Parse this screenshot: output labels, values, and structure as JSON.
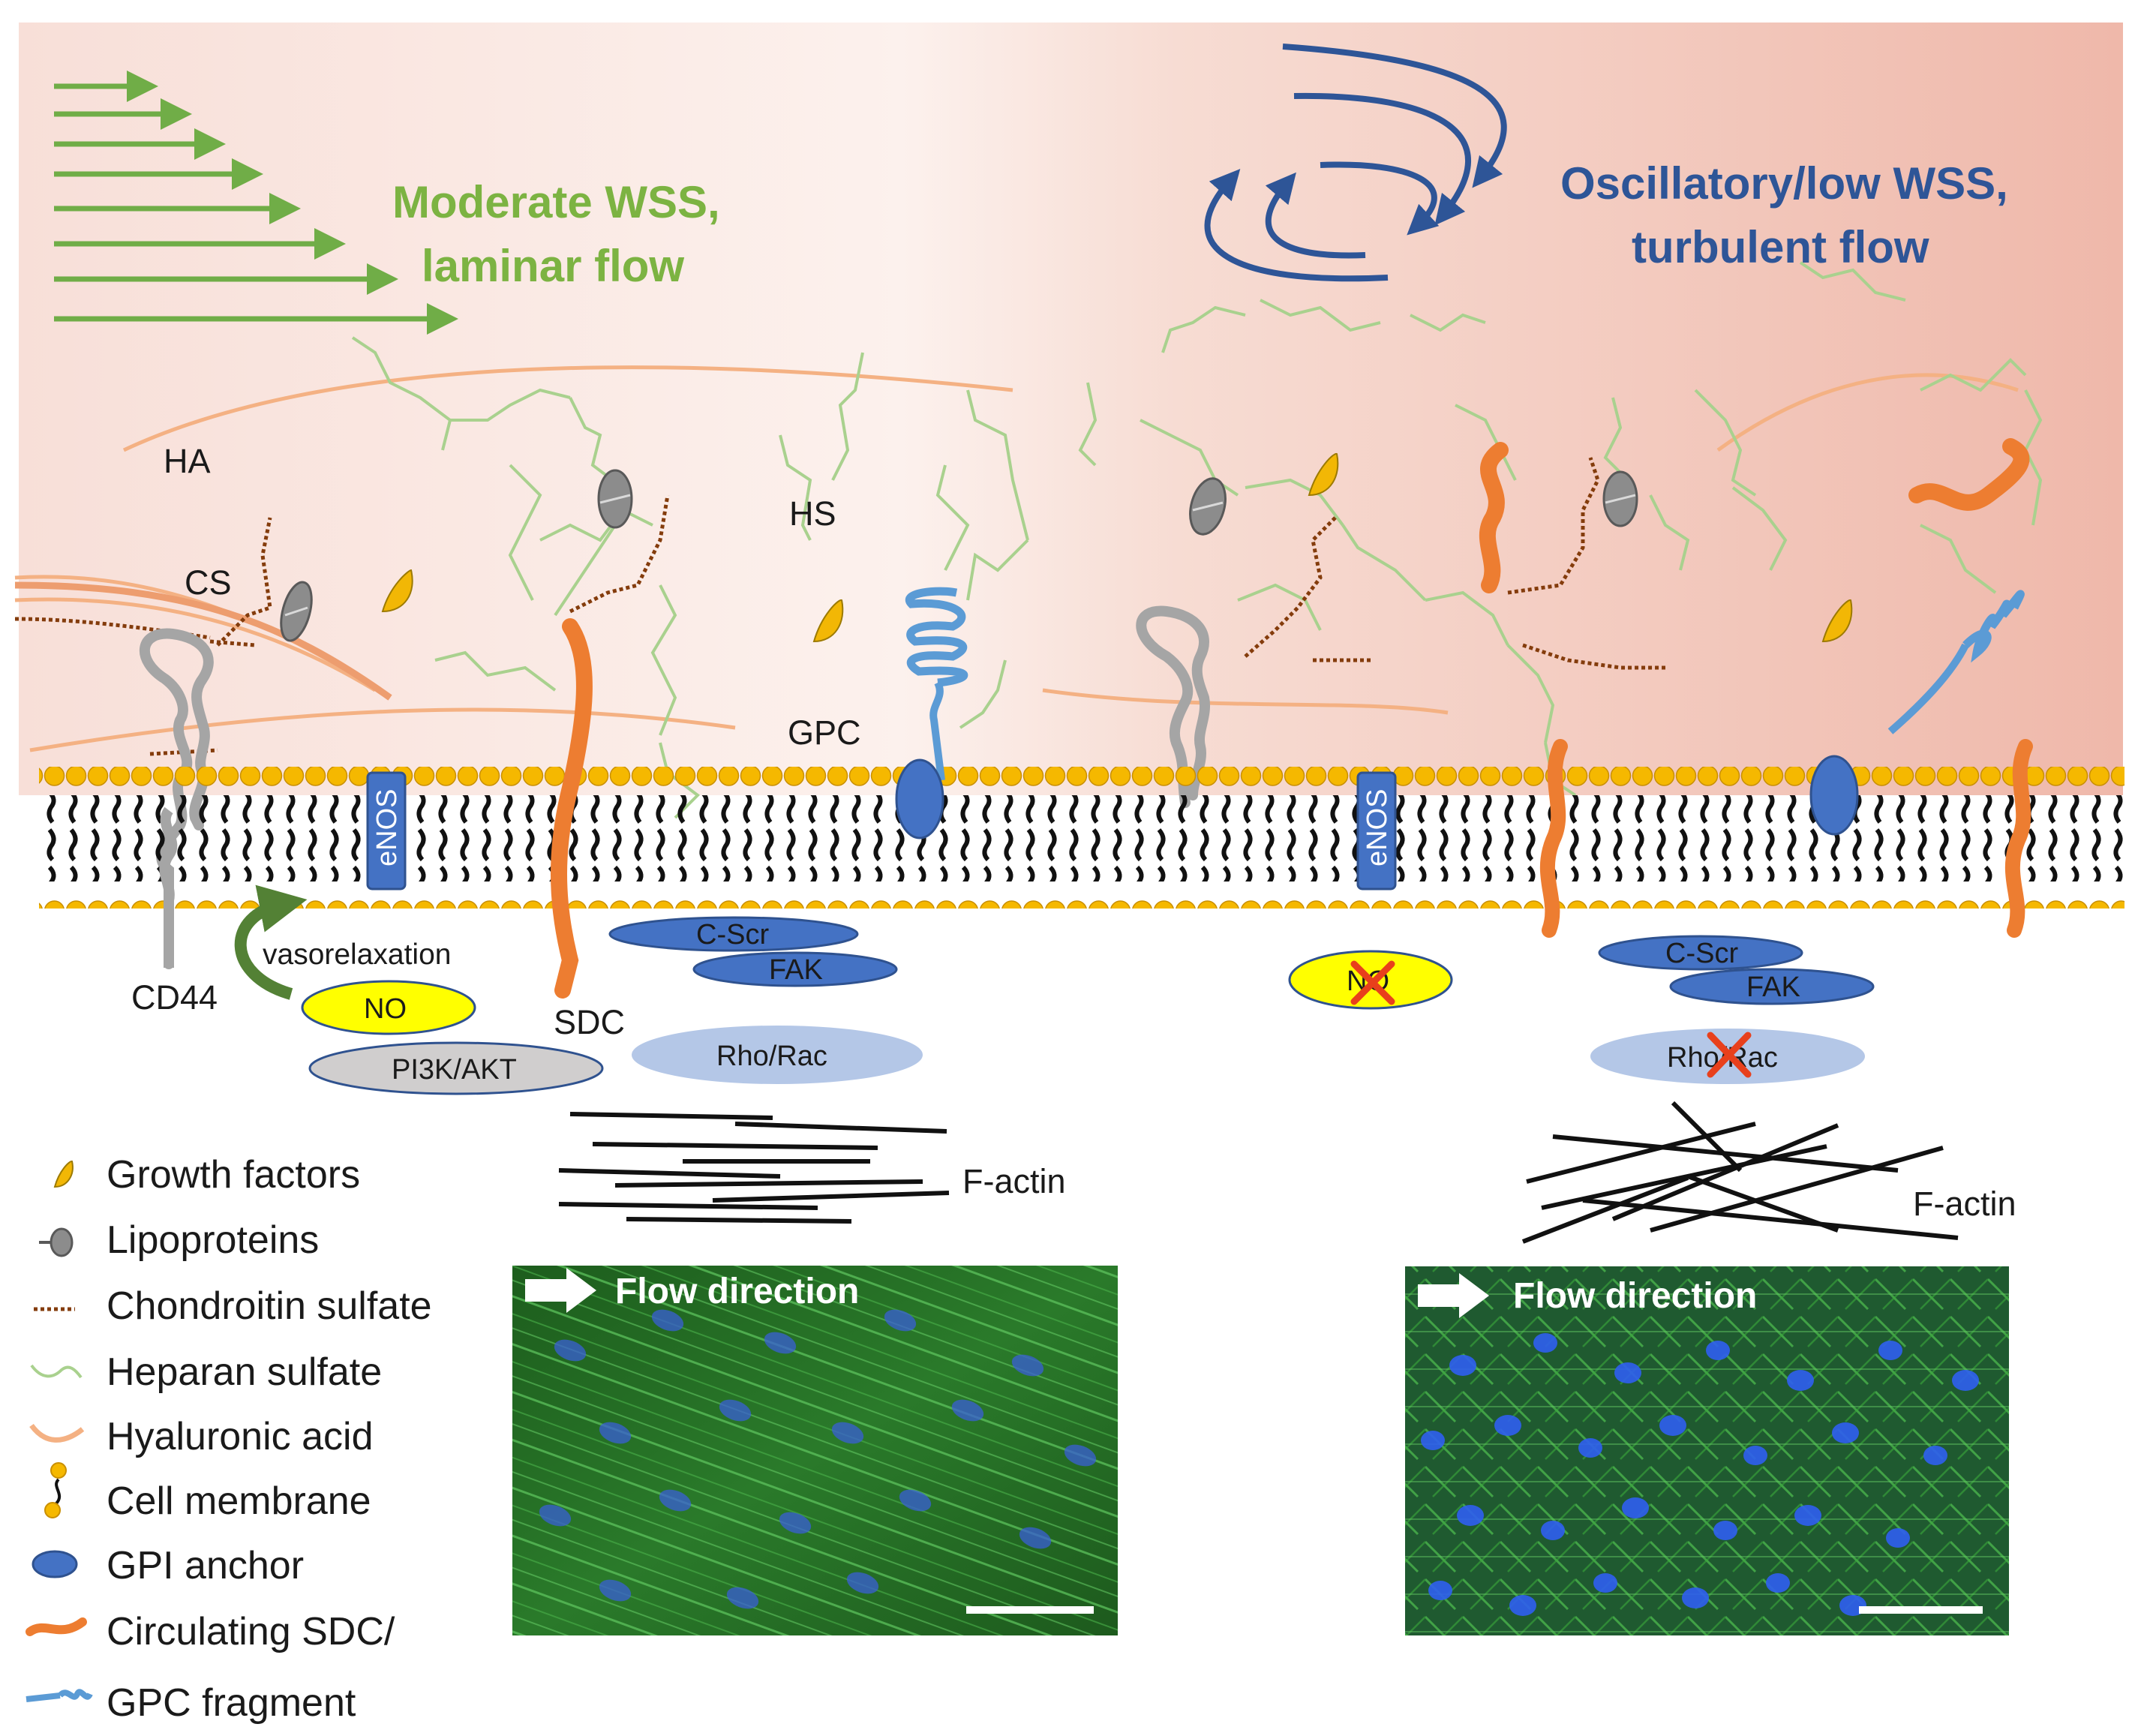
{
  "titles": {
    "left_line1": "Moderate WSS,",
    "left_line2": "laminar flow",
    "right_line1": "Oscillatory/low WSS,",
    "right_line2": "turbulent flow"
  },
  "labels": {
    "ha": "HA",
    "cs": "CS",
    "hs": "HS",
    "gpc": "GPC",
    "cd44": "CD44",
    "sdc": "SDC",
    "vasorelaxation": "vasorelaxation",
    "enos": "eNOS",
    "no": "NO",
    "pi3k": "PI3K/AKT",
    "cscr": "C-Scr",
    "fak": "FAK",
    "rhorac": "Rho/Rac",
    "factin": "F-actin",
    "flow_direction": "Flow direction"
  },
  "legend": [
    {
      "icon": "growth-factor-icon",
      "label": "Growth factors"
    },
    {
      "icon": "lipoprotein-icon",
      "label": "Lipoproteins"
    },
    {
      "icon": "chondroitin-sulfate-icon",
      "label": "Chondroitin sulfate"
    },
    {
      "icon": "heparan-sulfate-icon",
      "label": "Heparan sulfate"
    },
    {
      "icon": "hyaluronic-acid-icon",
      "label": "Hyaluronic acid"
    },
    {
      "icon": "cell-membrane-icon",
      "label": "Cell membrane"
    },
    {
      "icon": "gpi-anchor-icon",
      "label": "GPI anchor"
    },
    {
      "icon": "circulating-sdc-icon",
      "label": "Circulating SDC/"
    },
    {
      "icon": "gpc-fragment-icon",
      "label": "GPC fragment"
    }
  ],
  "colors": {
    "laminar_green": "#7cb342",
    "turbulent_blue": "#2e5597",
    "sdc_orange": "#ed7d31",
    "gpc_blue": "#5b9bd5",
    "enos_blue": "#4472c4",
    "phospholipid_head": "#f5b800",
    "no_yellow": "#ffff00",
    "growth_factor": "#f2b705",
    "inhibit_red": "#e8401c"
  }
}
